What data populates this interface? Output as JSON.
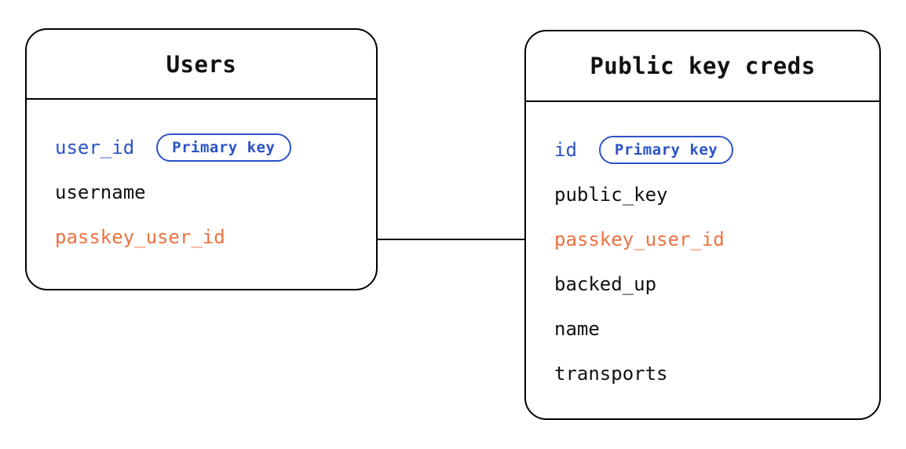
{
  "colors": {
    "primary_key_blue": "#2b52c8",
    "foreign_key_orange": "#ed7140",
    "text_black": "#111111",
    "border_black": "#000000",
    "background": "#ffffff"
  },
  "tables": [
    {
      "title": "Users",
      "fields": [
        {
          "name": "user_id",
          "badge": "Primary key"
        },
        {
          "name": "username"
        },
        {
          "name": "passkey_user_id"
        }
      ]
    },
    {
      "title": "Public key creds",
      "fields": [
        {
          "name": "id",
          "badge": "Primary key"
        },
        {
          "name": "public_key"
        },
        {
          "name": "passkey_user_id"
        },
        {
          "name": "backed_up"
        },
        {
          "name": "name"
        },
        {
          "name": "transports"
        }
      ]
    }
  ],
  "relationship": {
    "from_table": "Users",
    "from_field": "passkey_user_id",
    "to_table": "Public key creds",
    "to_field": "passkey_user_id"
  }
}
